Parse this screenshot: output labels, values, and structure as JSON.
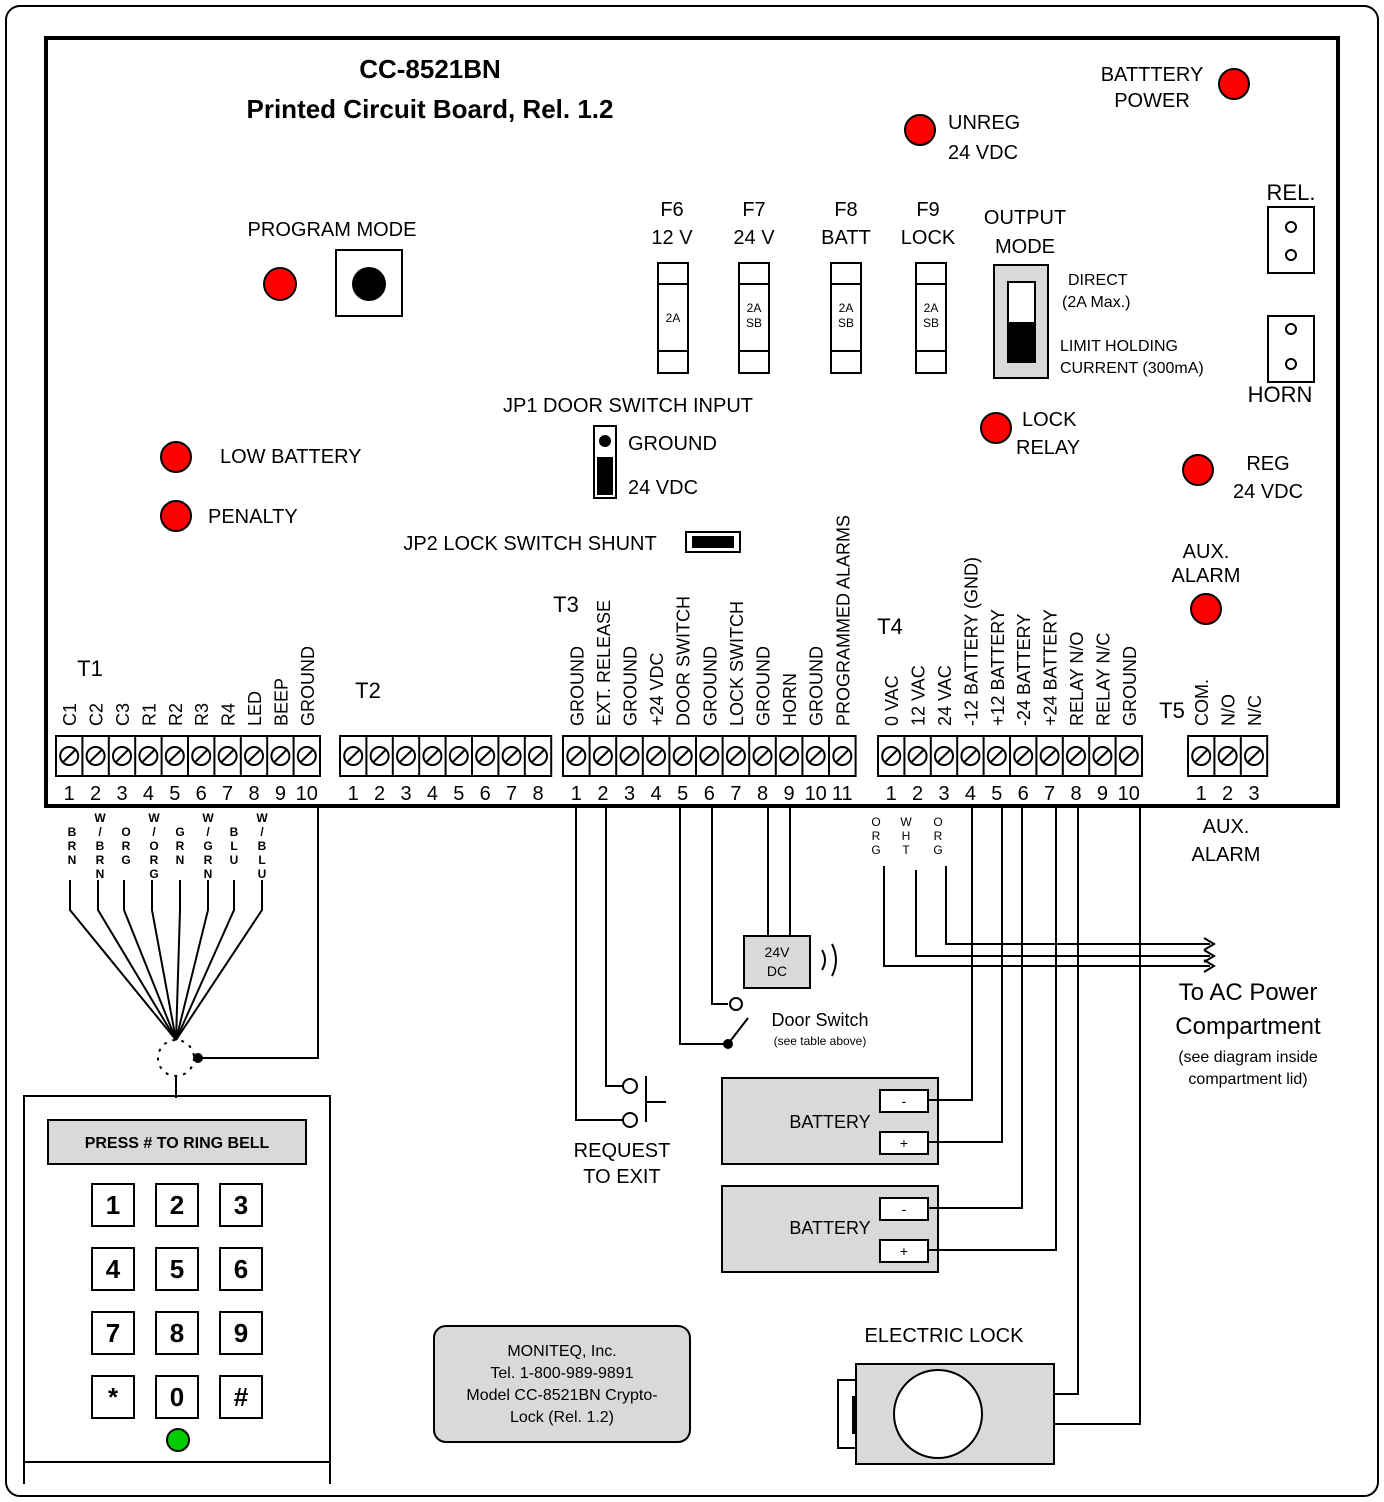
{
  "board": {
    "title": "CC-8521BN",
    "subtitle": "Printed Circuit Board, Rel. 1.2",
    "program_mode": "PROGRAM MODE",
    "low_battery": "LOW BATTERY",
    "penalty": "PENALTY",
    "battery_power": [
      "BATTTERY",
      "POWER"
    ],
    "unreg": [
      "UNREG",
      "24 VDC"
    ],
    "reg": [
      "REG",
      "24 VDC"
    ],
    "lock_relay": [
      "LOCK",
      "RELAY"
    ],
    "aux_alarm_led": [
      "AUX.",
      "ALARM"
    ],
    "rel": "REL.",
    "horn": "HORN",
    "jp1": "JP1 DOOR SWITCH INPUT",
    "jp1_ground": "GROUND",
    "jp1_24vdc": "24 VDC",
    "jp2": "JP2 LOCK SWITCH SHUNT",
    "output_mode": [
      "OUTPUT",
      "MODE"
    ],
    "direct": [
      "DIRECT",
      "(2A Max.)"
    ],
    "limit": [
      "LIMIT HOLDING",
      "CURRENT (300mA)"
    ]
  },
  "fuses": [
    {
      "name": "F6",
      "rating": "12 V",
      "label": [
        "2A"
      ]
    },
    {
      "name": "F7",
      "rating": "24 V",
      "label": [
        "2A",
        "SB"
      ]
    },
    {
      "name": "F8",
      "rating": "BATT",
      "label": [
        "2A",
        "SB"
      ]
    },
    {
      "name": "F9",
      "rating": "LOCK",
      "label": [
        "2A",
        "SB"
      ]
    }
  ],
  "terminals": {
    "T1": {
      "label": "T1",
      "pins": [
        "C1",
        "C2",
        "C3",
        "R1",
        "R2",
        "R3",
        "R4",
        "LED",
        "BEEP",
        "GROUND"
      ],
      "numbers": [
        "1",
        "2",
        "3",
        "4",
        "5",
        "6",
        "7",
        "8",
        "9",
        "10"
      ]
    },
    "T2": {
      "label": "T2",
      "numbers": [
        "1",
        "2",
        "3",
        "4",
        "5",
        "6",
        "7",
        "8"
      ]
    },
    "T3": {
      "label": "T3",
      "pins": [
        "GROUND",
        "EXT. RELEASE",
        "GROUND",
        "+24 VDC",
        "DOOR SWITCH",
        "GROUND",
        "LOCK SWITCH",
        "GROUND",
        "HORN",
        "GROUND",
        "PROGRAMMED ALARMS"
      ],
      "numbers": [
        "1",
        "2",
        "3",
        "4",
        "5",
        "6",
        "7",
        "8",
        "9",
        "10",
        "11"
      ]
    },
    "T4": {
      "label": "T4",
      "pins": [
        "0 VAC",
        "12 VAC",
        "24 VAC",
        "-12 BATTERY (GND)",
        "+12 BATTERY",
        "-24 BATTERY",
        "+24 BATTERY",
        "RELAY N/O",
        "RELAY N/C",
        "GROUND"
      ],
      "numbers": [
        "1",
        "2",
        "3",
        "4",
        "5",
        "6",
        "7",
        "8",
        "9",
        "10"
      ]
    },
    "T5": {
      "label": "T5",
      "pins": [
        "COM.",
        "N/O",
        "N/C"
      ],
      "numbers": [
        "1",
        "2",
        "3"
      ],
      "caption": [
        "AUX.",
        "ALARM"
      ]
    }
  },
  "wire_colors": [
    "BRN",
    "W/BRN",
    "ORG",
    "W/ORG",
    "GRN",
    "W/GRN",
    "BLU",
    "W/BLU"
  ],
  "ac_colors": [
    "ORG",
    "WHT",
    "ORG"
  ],
  "keypad": {
    "banner": "PRESS # TO RING BELL",
    "keys": [
      "1",
      "2",
      "3",
      "4",
      "5",
      "6",
      "7",
      "8",
      "9",
      "*",
      "0",
      "#"
    ]
  },
  "horn_label": [
    "24V",
    "DC"
  ],
  "door_switch": [
    "Door Switch",
    "(see table above)"
  ],
  "request_to_exit": [
    "REQUEST",
    "TO EXIT"
  ],
  "battery": "BATTERY",
  "ac_power": [
    "To AC Power",
    "Compartment",
    "(see diagram inside",
    "compartment lid)"
  ],
  "electric_lock": "ELECTRIC LOCK",
  "company": [
    "MONITEQ, Inc.",
    "Tel. 1-800-989-9891",
    "Model CC-8521BN Crypto-",
    "Lock (Rel. 1.2)"
  ],
  "colors": {
    "led": "#ff0000",
    "green_led": "#00cc00",
    "panel_gray": "#d9d9d9"
  }
}
